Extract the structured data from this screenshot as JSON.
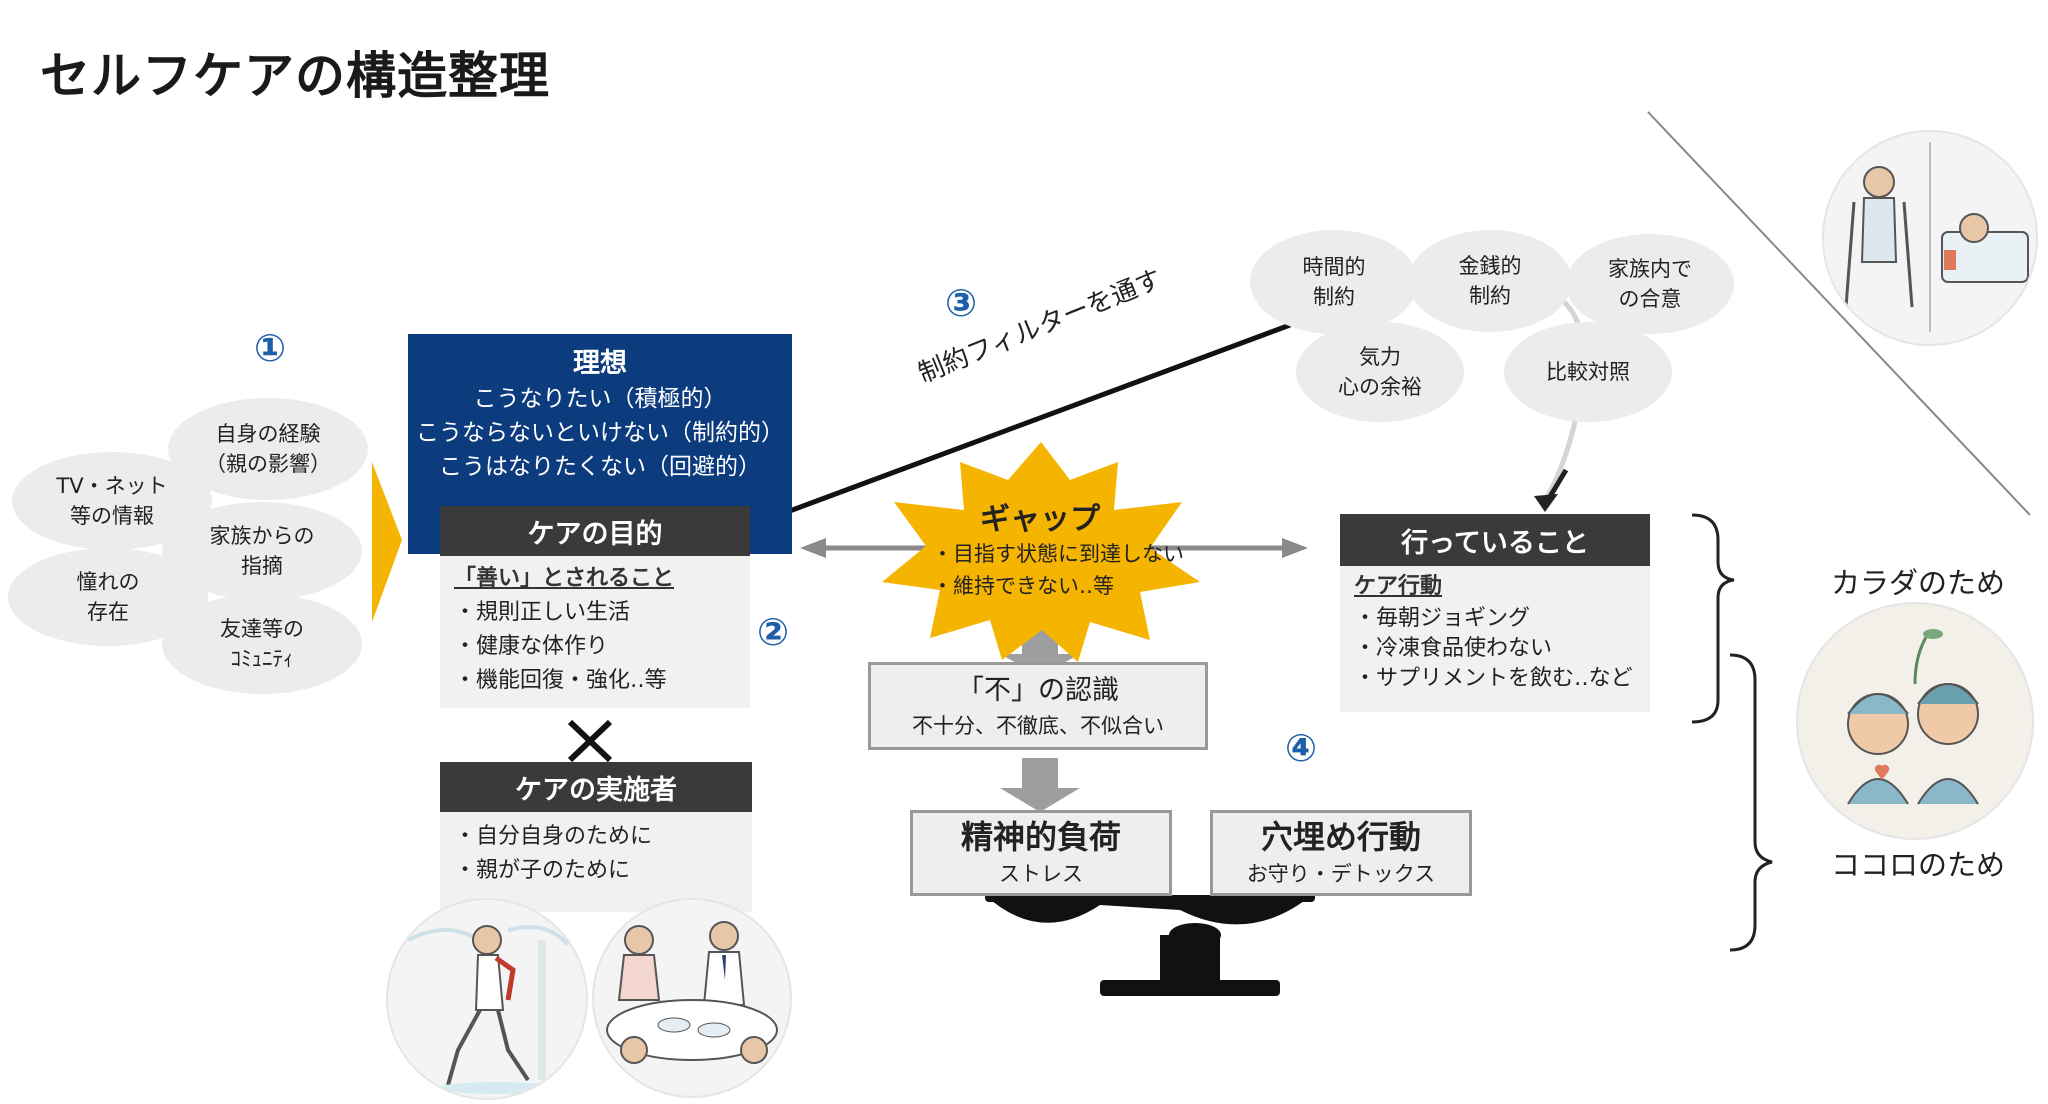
{
  "title": "セルフケアの構造整理",
  "markers": {
    "one": "①",
    "two": "②",
    "three": "③",
    "four": "④"
  },
  "sources": {
    "tv_net": "TV・ネット\n等の情報",
    "longing": "憧れの\n存在",
    "own_experience": "自身の経験\n（親の影響）",
    "family_points": "家族からの\n指摘",
    "friends": "友達等の\nｺﾐｭﾆﾃｨ"
  },
  "ideal": {
    "heading": "理想",
    "lines": [
      "こうなりたい（積極的）",
      "こうならないといけない（制約的）",
      "こうはなりたくない（回避的）"
    ]
  },
  "care_purpose": {
    "header": "ケアの目的",
    "subtitle": "「善い」とされること",
    "items": [
      "・規則正しい生活",
      "・健康な体作り",
      "・機能回復・強化‥等"
    ]
  },
  "times_mark": "✕",
  "care_actor": {
    "header": "ケアの実施者",
    "items": [
      "・自分自身のために",
      "・親が子のために"
    ]
  },
  "filter_label": "制約フィルターを通す",
  "constraints": {
    "time": "時間的\n制約",
    "money": "金銭的\n制約",
    "family": "家族内で\nの合意",
    "energy": "気力\n心の余裕",
    "compare": "比較対照"
  },
  "gap": {
    "title": "ギャップ",
    "items": [
      "・目指す状態に到達しない",
      "・維持できない‥等"
    ]
  },
  "doing": {
    "header": "行っていること",
    "subtitle": "ケア行動",
    "items": [
      "・毎朝ジョギング",
      "・冷凍食品使わない",
      "・サプリメントを飲む‥など"
    ]
  },
  "recognition": {
    "title": "「不」の認識",
    "sub": "不十分、不徹底、不似合い"
  },
  "mental_load": {
    "title": "精神的負荷",
    "sub": "ストレス"
  },
  "hole_fill": {
    "title": "穴埋め行動",
    "sub": "お守り・デトックス"
  },
  "for_body": "カラダのため",
  "for_mind": "ココロのため",
  "colors": {
    "navy": "#0d3c7e",
    "dark": "#3a3a3a",
    "gold": "#f5b400",
    "marker": "#1f5ea8"
  }
}
